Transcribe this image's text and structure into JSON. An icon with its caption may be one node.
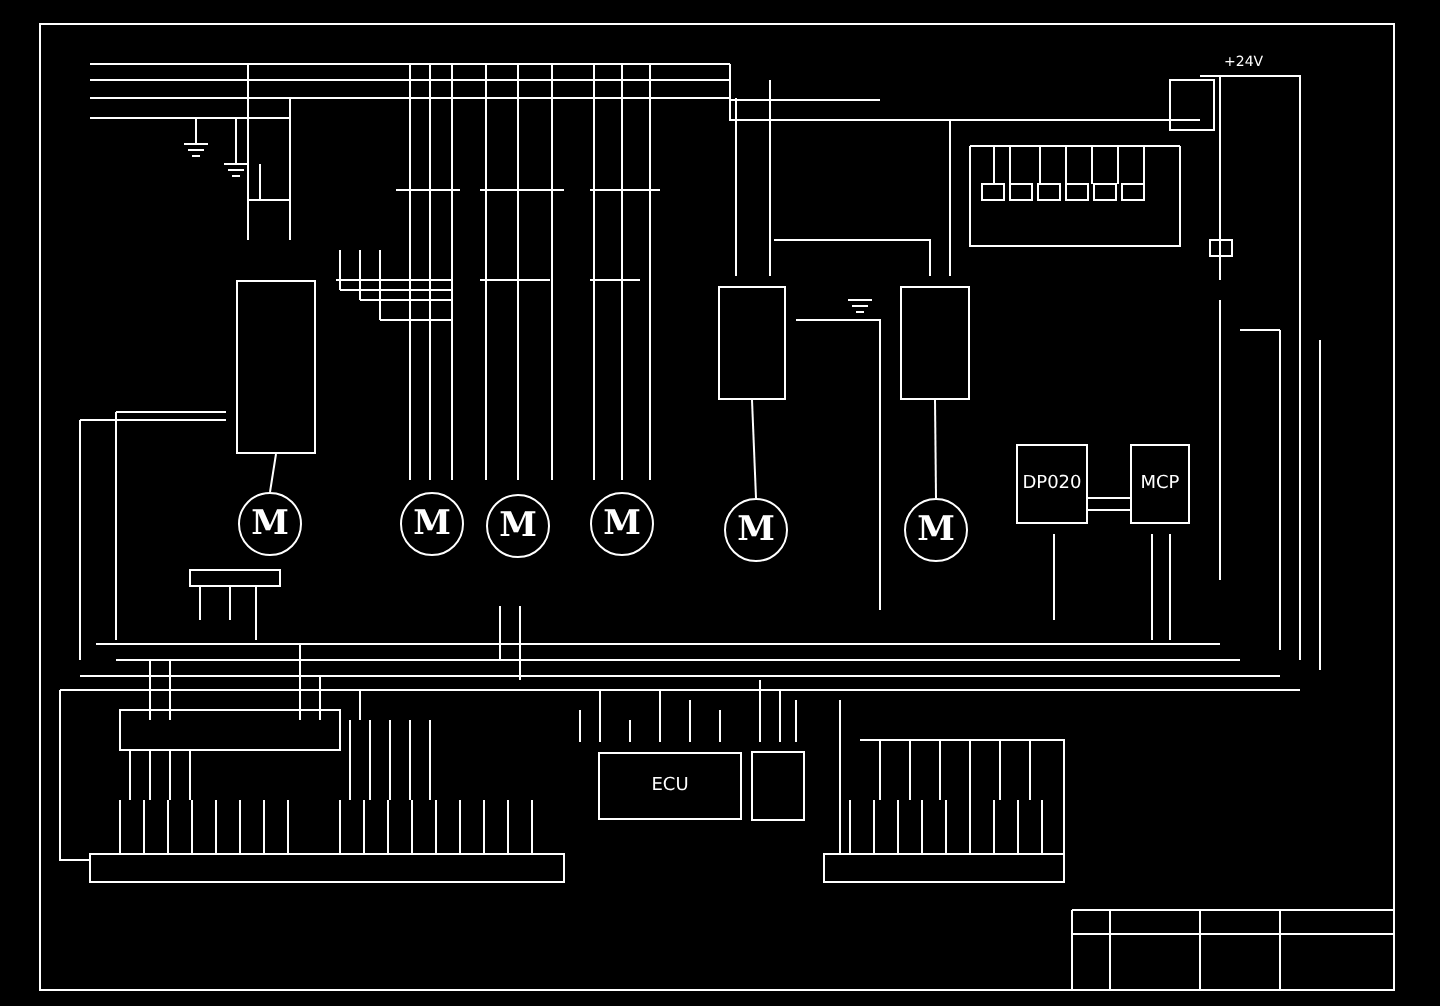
{
  "diagram": {
    "nodes": [
      {
        "text": [],
        "shape": "box"
      },
      {
        "text": [
          "M"
        ]
      },
      {
        "text": [
          "M"
        ]
      },
      {
        "text": [
          "M"
        ]
      },
      {
        "text": [
          "M"
        ]
      },
      {
        "text": [],
        "shape": "box"
      },
      {
        "text": [
          "M"
        ]
      },
      {
        "text": [],
        "shape": "box"
      },
      {
        "text": [
          "M"
        ]
      },
      {
        "text": [
          "DP020"
        ]
      },
      {
        "text": [
          "MCP"
        ]
      },
      {
        "text": [
          "ECU"
        ]
      }
    ],
    "edges": [
      {
        "from": 0,
        "to": 1,
        "arrow": "none"
      },
      {
        "from": 5,
        "to": 6,
        "arrow": "none"
      },
      {
        "from": 7,
        "to": 8,
        "arrow": "none"
      },
      {
        "from": 9,
        "to": 10,
        "arrow": "none"
      },
      {
        "from": 9,
        "to": 10,
        "arrow": "none"
      }
    ],
    "labels": [
      "+24V"
    ]
  }
}
